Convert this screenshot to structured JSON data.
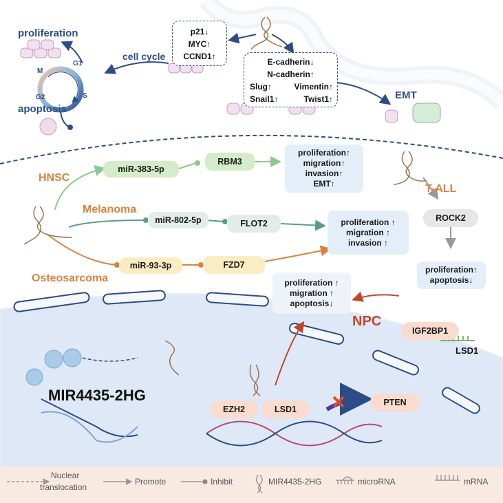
{
  "top": {
    "cell_cycle_label": "cell cycle",
    "phases": {
      "g1": "G1",
      "s": "S",
      "g2": "G2",
      "m": "M"
    },
    "proliferation": "proliferation",
    "apoptosis": "apoptosis",
    "gene_box": [
      "p21↓",
      "MYC↑",
      "CCND1↑"
    ],
    "emt_box": {
      "line1": "E-cadherin↓",
      "line2": "N-cadherin↑",
      "slug": "Slug↑",
      "vimentin": "Vimentin↑",
      "snail": "Snail1↑",
      "twist": "Twist1↑"
    },
    "emt": "EMT"
  },
  "middle": {
    "hnsc": "HNSC",
    "melanoma": "Melanoma",
    "osteosarcoma": "Osteosarcoma",
    "mir383": "miR-383-5p",
    "rbm3": "RBM3",
    "mir802": "miR-802-5p",
    "flot2": "FLOT2",
    "mir93": "miR-93-3p",
    "fzd7": "FZD7",
    "out1": [
      "proliferation↑",
      "migration↑",
      "invasion↑",
      "EMT↑"
    ],
    "out2": [
      "proliferation ↑",
      "migration ↑",
      "invasion ↑"
    ],
    "tall": "T-ALL",
    "rock2": "ROCK2",
    "out3": [
      "proliferation↑",
      "apoptosis↓"
    ]
  },
  "nucleus": {
    "out4": [
      "proliferation ↑",
      "migration ↑",
      "apoptosis↓"
    ],
    "npc": "NPC",
    "igf2bp1": "IGF2BP1",
    "lsd1_npc": "LSD1",
    "title": "MIR4435-2HG",
    "ezh2": "EZH2",
    "lsd1": "LSD1",
    "pten": "PTEN"
  },
  "legend": {
    "nuclear": "Nuclear",
    "translocation": "translocation",
    "promote": "Promote",
    "inhibit": "Inhibit",
    "lnc": "MIR4435-2HG",
    "microrna": "microRNA",
    "mrna": "mRNA"
  },
  "colors": {
    "navy": "#2b4c86",
    "orange": "#d9823e",
    "green": "#8cc98e",
    "teal": "#5a9c8c",
    "red": "#c0462c",
    "nucleus": "#dfe8f6",
    "legend_bg": "#f8e9e1"
  }
}
